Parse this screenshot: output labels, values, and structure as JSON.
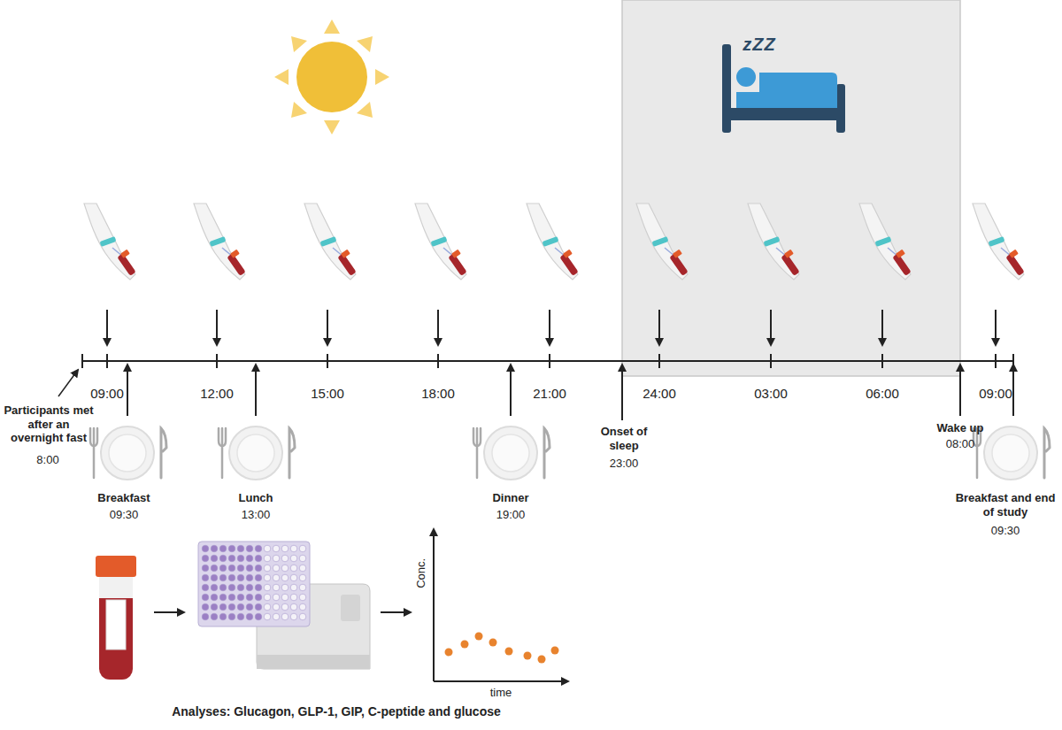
{
  "diagram": {
    "labels": [
      "09:00",
      "12:00",
      "15:00",
      "18:00",
      "21:00",
      "24:00",
      "03:00",
      "06:00",
      "09:00",
      "Participants met after an overnight fast",
      "8:00",
      "Breakfast",
      "09:30",
      "Lunch",
      "13:00",
      "Dinner",
      "19:00",
      "Onset of sleep",
      "23:00",
      "Wake up",
      "08:00",
      "Breakfast and end of study",
      "09:30",
      "Conc.",
      "time",
      "Analyses: Glucagon, GLP-1, GIP, C-peptide and glucose",
      "zZZ"
    ]
  }
}
